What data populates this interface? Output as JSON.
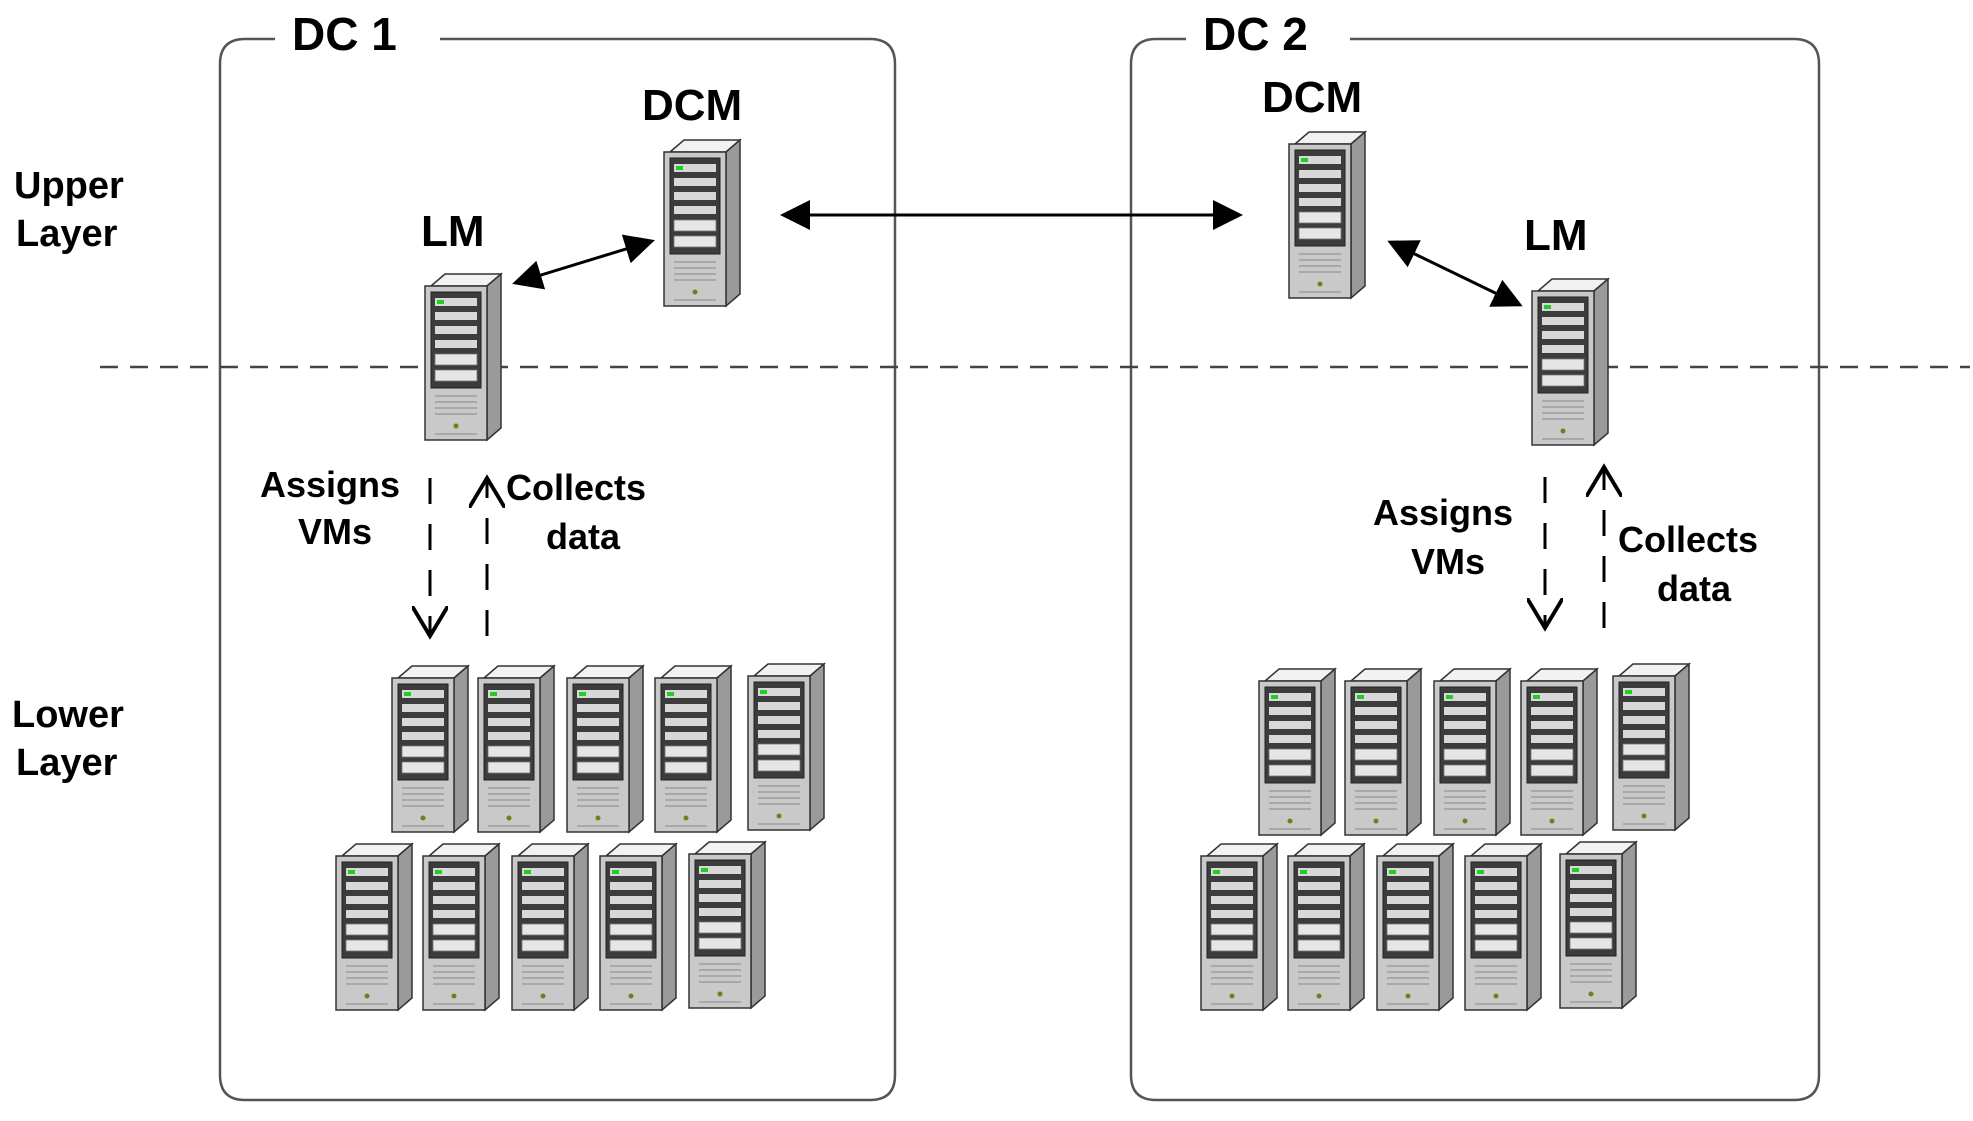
{
  "layers": {
    "upper": [
      "Upper",
      "Layer"
    ],
    "lower": [
      "Lower",
      "Layer"
    ]
  },
  "dc1": {
    "title": "DC 1",
    "dcm_label": "DCM",
    "lm_label": "LM",
    "assigns": [
      "Assigns",
      "VMs"
    ],
    "collects": [
      "Collects",
      "data"
    ]
  },
  "dc2": {
    "title": "DC 2",
    "dcm_label": "DCM",
    "lm_label": "LM",
    "assigns": [
      "Assigns",
      "VMs"
    ],
    "collects": [
      "Collects",
      "data"
    ]
  },
  "icons": {
    "server": "server-tower-icon"
  },
  "colors": {
    "line": "#000000",
    "box": "#555555",
    "dash": "#444444",
    "server_body": "#c8c8c8",
    "server_led": "#22cc22"
  }
}
